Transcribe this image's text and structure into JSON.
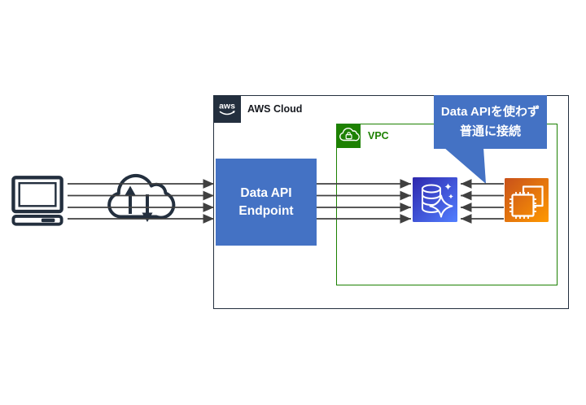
{
  "aws_cloud": {
    "label": "AWS Cloud",
    "logo_text": "aws",
    "border_color": "#232F3E"
  },
  "vpc": {
    "label": "VPC",
    "border_color": "#1D8102",
    "label_color": "#1D8102"
  },
  "endpoint": {
    "line1": "Data API",
    "line2": "Endpoint",
    "fill": "#4472C4",
    "text_color": "#FFFFFF"
  },
  "callout": {
    "line1": "Data APIを使わず",
    "line2": "普通に接続",
    "fill": "#4472C4",
    "text_color": "#FFFFFF"
  },
  "icons": {
    "client": "computer-icon",
    "internet": "cloud-upload-download-icon",
    "database": "aurora-database-icon",
    "compute": "ec2-instance-icon",
    "vpc_badge": "vpc-cloud-lock-icon",
    "aws_badge": "aws-logo-icon"
  },
  "colors": {
    "arrow": "#404040",
    "aurora_gradient": [
      "#2E27AD",
      "#527FFF"
    ],
    "ec2_gradient": [
      "#C8511B",
      "#FF9900"
    ],
    "dark_icon": "#232F3E"
  },
  "connections": [
    {
      "from": "client",
      "to": "data-api-endpoint",
      "count": 4,
      "direction": "right"
    },
    {
      "from": "data-api-endpoint",
      "to": "aurora-database",
      "count": 4,
      "direction": "right"
    },
    {
      "from": "ec2-instance",
      "to": "aurora-database",
      "count": 4,
      "direction": "left"
    }
  ]
}
